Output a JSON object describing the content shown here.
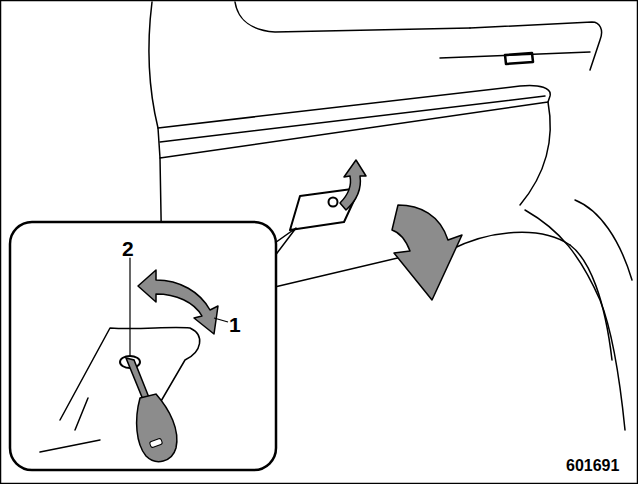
{
  "diagram": {
    "labels": [
      "2",
      "1",
      "601691"
    ]
  }
}
